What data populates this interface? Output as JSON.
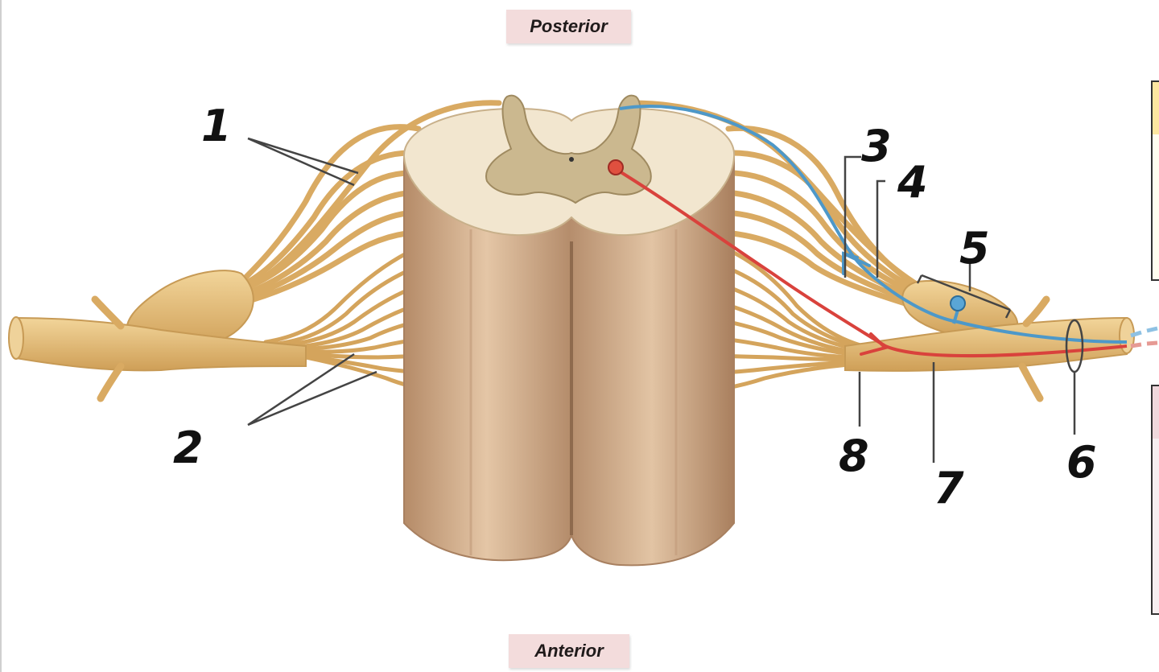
{
  "orientation": {
    "top_label": "Posterior",
    "bottom_label": "Anterior"
  },
  "labels": [
    {
      "id": "1",
      "text": "1"
    },
    {
      "id": "2",
      "text": "2"
    },
    {
      "id": "3",
      "text": "3"
    },
    {
      "id": "4",
      "text": "4"
    },
    {
      "id": "5",
      "text": "5"
    },
    {
      "id": "6",
      "text": "6"
    },
    {
      "id": "7",
      "text": "7"
    },
    {
      "id": "8",
      "text": "8"
    }
  ],
  "colors": {
    "nerve": "#e6bf7a",
    "nerve_dark": "#c9974d",
    "cord": "#d8b594",
    "cord_dark": "#b98f6d",
    "white_matter": "#f2e6cf",
    "gray_matter": "#cbb88f",
    "sensory_path": "#4d98c9",
    "motor_path": "#d9423c",
    "tag_bg": "#f3dcdc"
  }
}
